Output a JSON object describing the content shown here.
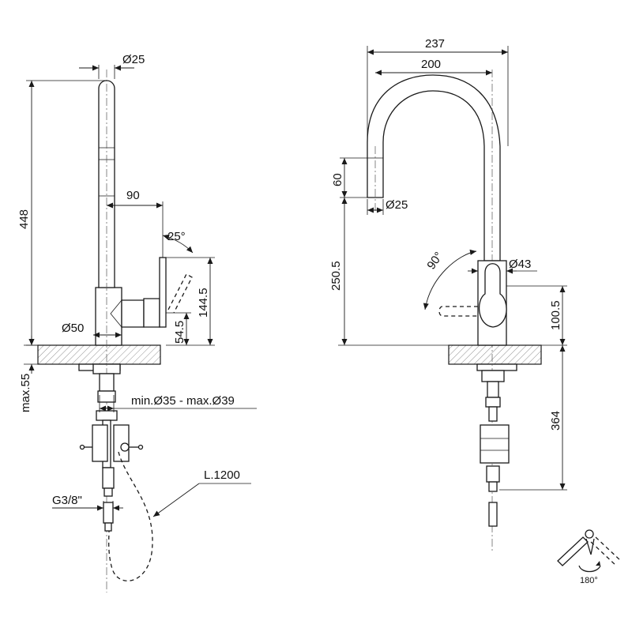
{
  "side_view": {
    "dims": {
      "spout_diameter": "Ø25",
      "total_height": "448",
      "lever_reach": "90",
      "lever_angle": "25°",
      "lever_height": "144.5",
      "base_height": "54.5",
      "base_diameter": "Ø50",
      "max_deck_thickness": "max.55",
      "hole_diameter": "min.Ø35 - max.Ø39",
      "hose_length": "L.1200",
      "thread": "G3/8\""
    }
  },
  "front_view": {
    "dims": {
      "overall_width": "237",
      "spout_reach": "200",
      "spray_length": "60",
      "spray_diameter": "Ø25",
      "spout_height": "250.5",
      "lever_angle": "90°",
      "body_diameter": "Ø43",
      "lever_height": "100.5",
      "under_length": "364"
    }
  },
  "rotation_icon": {
    "label": "180°"
  }
}
